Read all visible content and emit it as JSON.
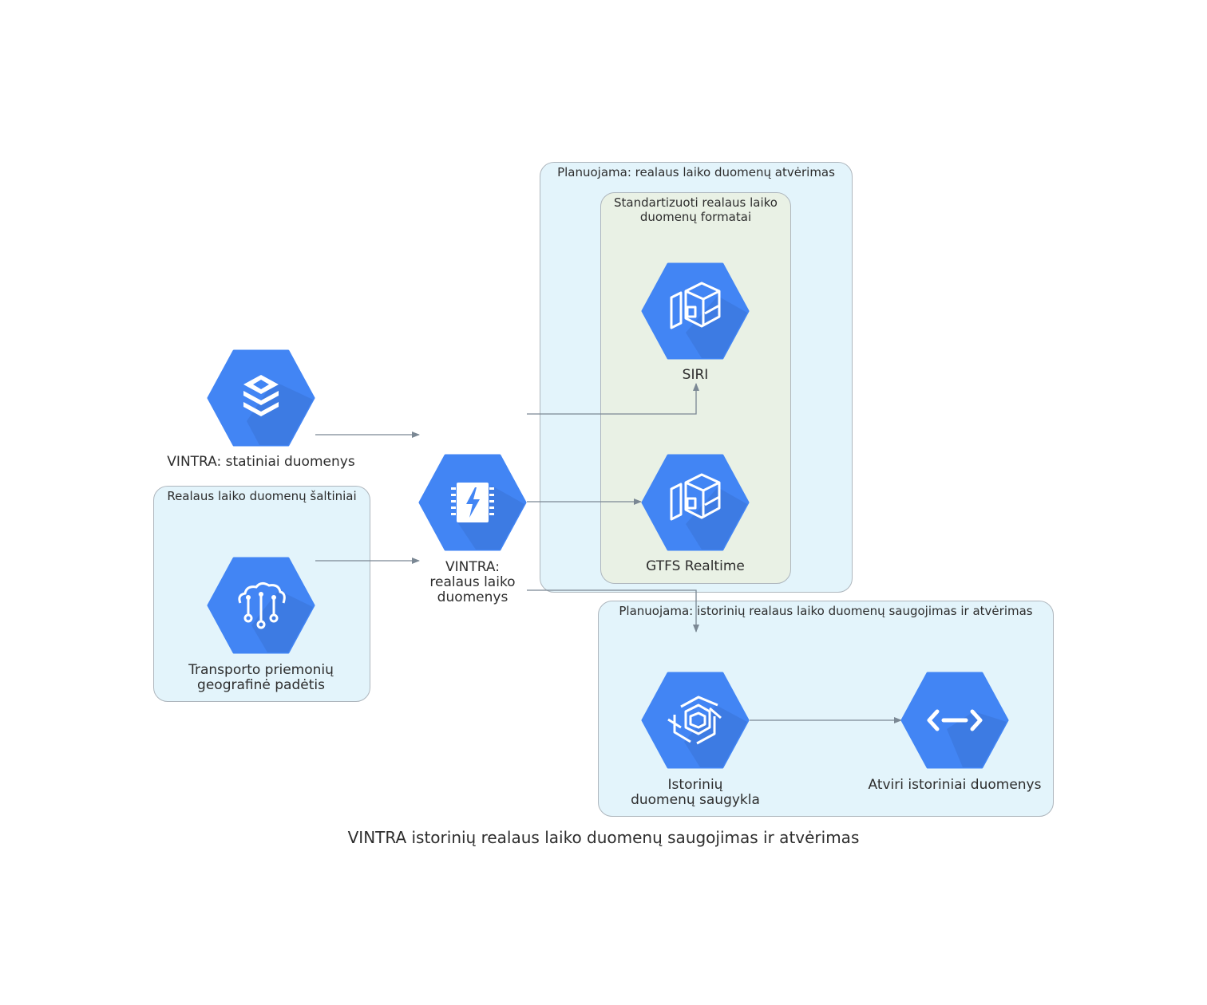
{
  "title": "VINTRA istorinių realaus laiko duomenų saugojimas ir atvėrimas",
  "clusters": {
    "sources": "Realaus laiko duomenų šaltiniai",
    "planned_realtime": "Planuojama: realaus laiko duomenų atvėrimas",
    "formats": "Standartizuoti realaus laiko\nduomenų formatai",
    "planned_historic": "Planuojama: istorinių realaus laiko duomenų saugojimas ir atvėrimas"
  },
  "nodes": {
    "static": {
      "label": "VINTRA: statiniai duomenys",
      "icon": "datastore-icon"
    },
    "vehicle": {
      "label": "Transporto priemonių\ngeografinė padėtis",
      "icon": "iot-cloud-icon"
    },
    "realtime": {
      "label": "VINTRA:\nrealaus laiko\nduomenys",
      "icon": "processor-chip-icon"
    },
    "siri": {
      "label": "SIRI",
      "icon": "cube-blocks-icon"
    },
    "gtfs": {
      "label": "GTFS Realtime",
      "icon": "cube-blocks-icon"
    },
    "storage": {
      "label": "Istorinių\nduomenų saugykla",
      "icon": "layered-storage-icon"
    },
    "open": {
      "label": "Atviri istoriniai duomenys",
      "icon": "api-endpoint-icon"
    }
  },
  "colors": {
    "hex_fill": "#4285f4",
    "hex_shadow": "#3b73d6",
    "cluster_blue": "#e3f4fb",
    "cluster_green": "#e9f1e5",
    "edge": "#7b8894"
  }
}
